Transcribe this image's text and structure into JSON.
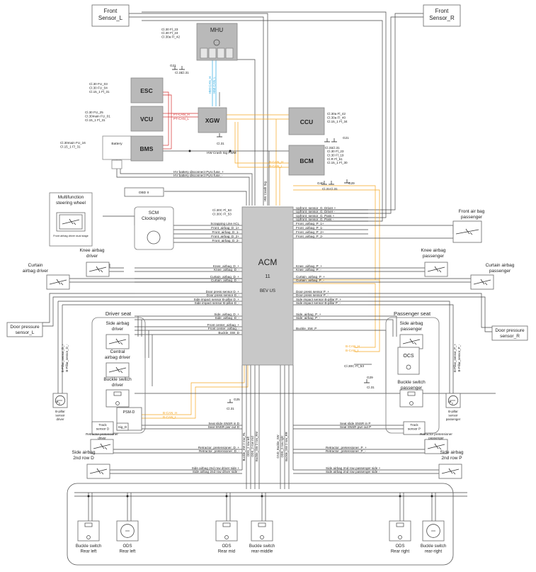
{
  "palette": {
    "wire": "#444444",
    "can_pt": "#d32f2f",
    "can_b": "#f5a623",
    "can_hmi": "#29a8e0",
    "box_gray": "#b9b9b9",
    "box_acm": "#c8c8c8",
    "outline": "#777777"
  },
  "labels": {
    "front_sensor_l": [
      "Front",
      "Sensor_L"
    ],
    "front_sensor_r": [
      "Front",
      "Sensor_R"
    ],
    "mhu": "MHU",
    "esc": "ESC",
    "vcu": "VCU",
    "bms": "BMS",
    "battery": "Battery",
    "xgw": "XGW",
    "ccu": "CCU",
    "bcm": "BCM",
    "acm": [
      "ACM",
      "11",
      "BEV US"
    ],
    "obd": "OBD II",
    "mfsw": [
      "Multifunction",
      "steering wheel"
    ],
    "mfsw_sub": "Front airbag driver dual stage",
    "scm": [
      "SCM",
      "Clockspring"
    ],
    "front_airbag_passenger": [
      "Front air bag",
      "passenger"
    ],
    "knee_airbag_driver": [
      "Knee airbag",
      "driver"
    ],
    "knee_airbag_passenger": [
      "Knee airbag",
      "passenger"
    ],
    "curtain_airbag_driver": [
      "Curtain",
      "airbag driver"
    ],
    "curtain_airbag_passenger": [
      "Curtain airbag",
      "passenger"
    ],
    "door_pressure_l": [
      "Door pressure",
      "sensor_L"
    ],
    "door_pressure_r": [
      "Door pressure",
      "sensor_R"
    ],
    "driver_seat": "Driver seat",
    "passenger_seat": "Passenger seat",
    "side_airbag_driver": [
      "Side airbag",
      "driver"
    ],
    "central_airbag_driver": [
      "Central",
      "airbag driver"
    ],
    "buckle_switch_driver": [
      "Buckle switch",
      "driver"
    ],
    "side_airbag_passenger": [
      "Side airbag",
      "passenger"
    ],
    "ocs": "OCS",
    "buckle_switch_passenger": [
      "Buckle switch",
      "passenger"
    ],
    "psm_d": "PSM-D",
    "sig_d": "Sig_D",
    "track_sensor_d": [
      "Track",
      "sensor D"
    ],
    "track_sensor_p": [
      "Track",
      "sensor P"
    ],
    "retractor_driver": [
      "Retractor pretensioner",
      "driver"
    ],
    "retractor_passenger": [
      "Retractor pretensioner",
      "passenger"
    ],
    "bpillar_driver": [
      "B-pillar",
      "sensor",
      "driver"
    ],
    "bpillar_passenger": [
      "B-pillar",
      "sensor",
      "passenger"
    ],
    "ay": "a",
    "ay_sub": "y",
    "side_airbag_2nd_d": [
      "Side airbag",
      "2nd row D"
    ],
    "side_airbag_2nd_p": [
      "Side airbag",
      "2nd row P"
    ],
    "rear_items": [
      [
        "Buckle switch",
        "Rear left"
      ],
      [
        "ODS",
        "Rear left"
      ],
      [
        "ODS",
        "Rear mid"
      ],
      [
        "Buckle switch",
        "rear-middle"
      ],
      [
        "ODS",
        "Rear right"
      ],
      [
        "Buckle switch",
        "rear-right"
      ]
    ]
  },
  "pins": {
    "mhu": [
      "Cl.30 Fl_23",
      "Cl.30 Fl_24",
      "Cl.30a Fl_42"
    ],
    "mhu_ground": [
      "G21",
      "Cl.31",
      "Cl.31"
    ],
    "mhu_can": [
      "HMI-CAN_H",
      "HMI-CAN_L"
    ],
    "esc": [
      "Cl.30 FU_03",
      "Cl.30 FU_04",
      "Cl.15_1 Fl_31"
    ],
    "vcu": [
      "Cl.30 FU_25",
      "Cl.30main FU_01",
      "Cl.15_1 Fl_31"
    ],
    "bms": [
      "Cl.30main FU_16",
      "Cl.15_1 Fl_31"
    ],
    "pt_can": [
      "PT-CAN_H",
      "PT-CAN_L"
    ],
    "xgw_ground": "Cl.31",
    "ccu": [
      "Cl.30a Fl_42",
      "Cl.30a Fl_40",
      "Cl.15_1 Fl_34"
    ],
    "ccu_ground": [
      "G21",
      "Cl.31",
      "Cl.31"
    ],
    "bcm": [
      "Cl.30 Fl_23",
      "Cl.30 Fl_19",
      "Cl.R Fl_51",
      "Cl.15_1 Fl_30"
    ],
    "bcm_ground": [
      "G40",
      "Cl.31",
      "Cl.31",
      "G29"
    ],
    "b_can_top": [
      "B-CAN_H",
      "B-CAN_L"
    ],
    "b_can_ocs": [
      "B-CAN_H",
      "B-CAN_L"
    ],
    "b_can_psm": [
      "B-CAN_H",
      "B-CAN_L"
    ],
    "hw_crash": "HW Crash Sig PWM",
    "hw_crash_in": "HW Crash Sig",
    "hv_disconnect": [
      "HV battery disconnect Pyro fuse_+",
      "HV battery disconnect Pyro fuse_-"
    ],
    "acm_power": [
      "Cl.30C Fl_53",
      "Cl.30C Fl_53"
    ],
    "acm_left": [
      "Scrapping Line ACL",
      "Front_airbag_D_1+",
      "Front_airbag_D_1-",
      "Front_airbag_D_2+",
      "Front_airbag_D_2-",
      "Knee_airbag_D_+",
      "Knee_airbag_D_-",
      "Curtain_airbag_D_+",
      "Curtain_airbag_D_-",
      "Door press sensor D_+",
      "Door press sensor D_-",
      "Side impact sensor B-pillar D_+",
      "Side impact sensor B-pillar D_-",
      "Side_airbag_D_+",
      "Side_airbag_D_-",
      "Front center_airbag_+",
      "Front center_airbag_-",
      "Buckle_SW_D"
    ],
    "acm_right": [
      "Upfront_sensor_G_Driver +",
      "Upfront_sensor_G_Driver -",
      "Upfront_sensor_G_Pass +",
      "Upfront_sensor_G_Pass -",
      "Front_airbag_P_1+",
      "Front_airbag_P_1-",
      "Front_airbag_P_2+",
      "Front_airbag_P_2-",
      "Knee_airbag_P_+",
      "Knee_airbag_P_-",
      "Curtain_airbag_P_+",
      "Curtain_airbag_P_-",
      "Door press sensor P_+",
      "Door press sensor P_-",
      "Side impact sensor B-pillar P_+",
      "Side impact sensor B-pillar P_-",
      "Side_airbag_P_+",
      "Side_airbag_P_-",
      "Buckle_SW_P"
    ],
    "ocs_power": "Cl.30C Fl_53",
    "ocs_ground": [
      "G29",
      "Cl.31"
    ],
    "g25": [
      "G25",
      "Cl.31"
    ],
    "seat_slide": [
      "Seat slide SNSR in P",
      "Seat SNSR pwr out P"
    ],
    "seat_slide_d": [
      "Seat slide SNSR in D",
      "Seat SNSR pwr out D"
    ],
    "retractor_d": [
      "Retractor_pretensioner_D_+",
      "Retractor_pretensioner_D_-"
    ],
    "retractor_p": [
      "Retractor_pretensioner_P_+",
      "Retractor_pretensioner_P_-"
    ],
    "bpillar_d_wires": [
      "B-Pillar_sensor_D_+",
      "B-Pillar_sensor_D_-"
    ],
    "bpillar_p_wires": [
      "B-Pillar_sensor_P_+",
      "B-Pillar_sensor_P_-"
    ],
    "side_2nd_d": [
      "Side airbag 2nd row driver side +",
      "Side airbag 2nd row driver side -"
    ],
    "side_2nd_p": [
      "Side airbag 2nd row passenger side +",
      "Side airbag 2nd row passenger side -"
    ],
    "rear_vertical": [
      "Buckle_SW 2 row_RL",
      "ODS_2 row left",
      "ODS_2 row mid",
      "Buckle_SW 2 row_RM",
      "GND_Buckle_SW",
      "ODS_2 row right",
      "Buckle_SW 2 row_RR"
    ]
  }
}
